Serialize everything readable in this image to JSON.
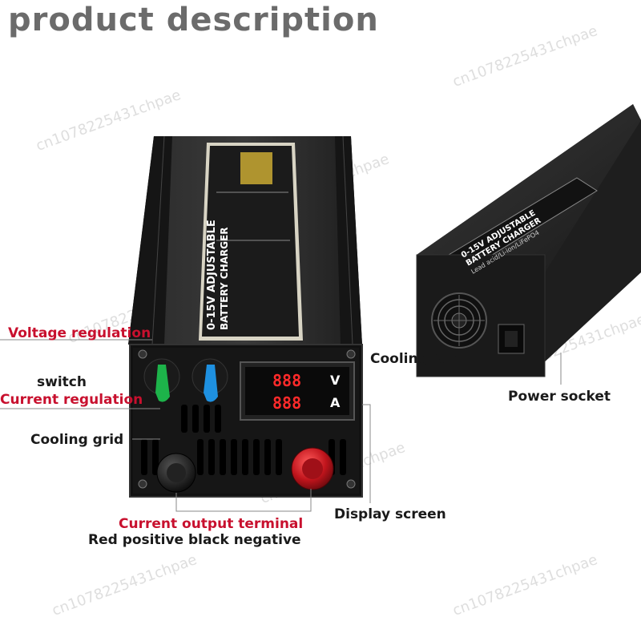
{
  "title": "product description",
  "labels": {
    "voltage_regulation": "Voltage regulation",
    "switch": "switch",
    "current_regulation": "Current regulation",
    "cooling_grid": "Cooling grid",
    "current_output_terminal": "Current output terminal",
    "red_positive_black_negative": "Red positive  black negative",
    "display_screen": "Display screen",
    "cooling_fan": "Cooling fan",
    "power_socket": "Power socket"
  },
  "device_front": {
    "top_label_line1": "0-15V ADJUSTABLE",
    "top_label_line2": "BATTERY CHARGER",
    "display_volts_digits": "888",
    "display_amps_digits": "888",
    "volts_unit": "V",
    "amps_unit": "A"
  },
  "device_back": {
    "label_line1": "0-15V ADJUSTABLE",
    "label_line2": "BATTERY CHARGER",
    "label_line3": "Lead acid/Li-ion/LiFePO4"
  },
  "watermark": "cn1078225431chpae",
  "colors": {
    "label_red": "#c8102e",
    "knob_green": "#1db34a",
    "knob_blue": "#1e90e0",
    "terminal_red": "#c0141c",
    "display_red": "#ff2a2a"
  }
}
